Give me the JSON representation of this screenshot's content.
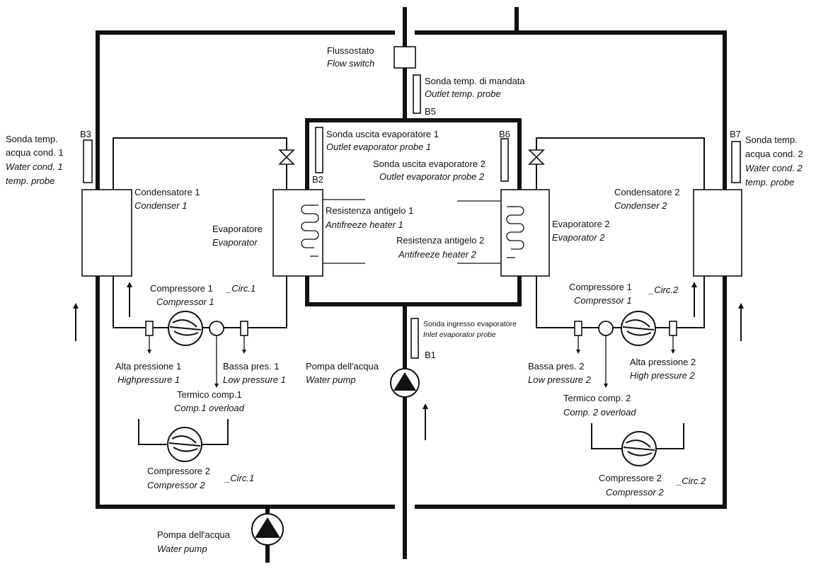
{
  "labels": {
    "flow_switch_it": "Flussostato",
    "flow_switch_en": "Flow switch",
    "outlet_probe_it": "Sonda temp. di mandata",
    "outlet_probe_en": "Outlet temp. probe",
    "b5": "B5",
    "evap_out1_it": "Sonda uscita evaporatore 1",
    "evap_out1_en": "Outlet evaporator probe 1",
    "b6": "B6",
    "evap_out2_it": "Sonda uscita evaporatore 2",
    "evap_out2_en": "Outlet evaporator probe 2",
    "b2": "B2",
    "b3": "B3",
    "b7": "B7",
    "b1": "B1",
    "wcond1_l1": "Sonda temp.",
    "wcond1_l2": "acqua cond. 1",
    "wcond1_l3": "Water cond. 1",
    "wcond1_l4": "temp. probe",
    "wcond2_l1": "Sonda temp.",
    "wcond2_l2": "acqua cond. 2",
    "wcond2_l3": "Water cond. 2",
    "wcond2_l4": "temp. probe",
    "cond1_it": "Condensatore 1",
    "cond1_en": "Condenser 1",
    "cond2_it": "Condensatore 2",
    "cond2_en": "Condenser 2",
    "evap1_it": "Evaporatore",
    "evap1_en": "Evaporator",
    "evap2_it": "Evaporatore 2",
    "evap2_en": "Evaporator 2",
    "heater1_it": "Resistenza antigelo 1",
    "heater1_en": "Antifreeze heater 1",
    "heater2_it": "Resistenza antigelo 2",
    "heater2_en": "Antifreeze heater 2",
    "comp1c1_it": "Compressore 1",
    "comp1c1_en": "Compressor 1",
    "circ1": "_Circ.1",
    "comp1c2_it": "Compressore 1",
    "comp1c2_en": "Compressor 1",
    "circ2": "_Circ.2",
    "hp1_it": "Alta pressione 1",
    "hp1_en": "Highpressure 1",
    "lp1_it": "Bassa pres. 1",
    "lp1_en": "Low pressure 1",
    "ov1_it": "Termico comp.1",
    "ov1_en": "Comp.1 overload",
    "comp2c1_it": "Compressore 2",
    "comp2c1_en": "Compressor 2",
    "circ1b": "_Circ.1",
    "inlet_probe_it": "Sonda ingresso evaporatore",
    "inlet_probe_en": "Inlet evaporator probe",
    "pump_center_it": "Pompa dell'acqua",
    "pump_center_en": "Water pump",
    "lp2_it": "Bassa pres. 2",
    "lp2_en": "Low pressure 2",
    "hp2_it": "Alta pressione 2",
    "hp2_en": "High pressure 2",
    "ov2_it": "Termico comp. 2",
    "ov2_en": "Comp. 2 overload",
    "comp2c2_it": "Compressore 2",
    "comp2c2_en": "Compressor 2",
    "circ2b": "_Circ.2",
    "pump_bottom_it": "Pompa dell'acqua",
    "pump_bottom_en": "Water pump"
  }
}
